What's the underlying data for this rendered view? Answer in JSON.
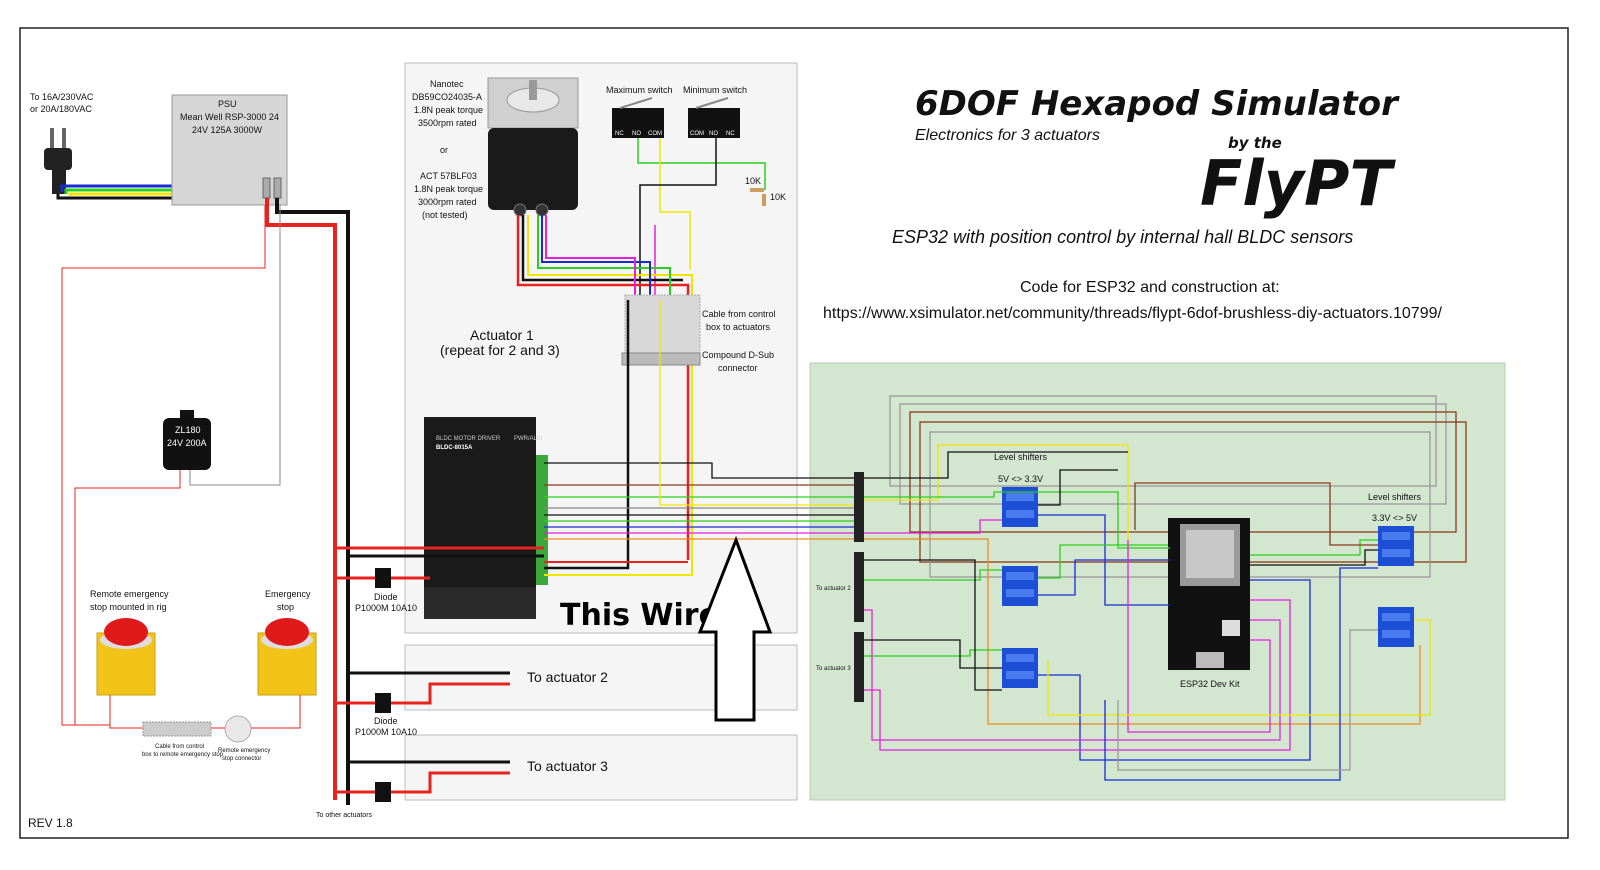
{
  "header": {
    "title": "6DOF Hexapod Simulator",
    "subtitle": "Electronics for 3 actuators",
    "by": "by the",
    "brand": "FlyPT",
    "esp_line": "ESP32 with position control by internal hall BLDC sensors",
    "code_line": "Code for ESP32 and construction at:",
    "url": "https://www.xsimulator.net/community/threads/flypt-6dof-brushless-diy-actuators.10799/"
  },
  "mains": {
    "line1": "To 16A/230VAC",
    "line2": "or 20A/180VAC"
  },
  "psu": {
    "line1": "PSU",
    "line2": "Mean Well RSP-3000 24",
    "line3": "24V 125A 3000W"
  },
  "relay": {
    "line1": "ZL180",
    "line2": "24V 200A"
  },
  "estop": {
    "remote_line1": "Remote emergency",
    "remote_line2": "stop mounted in rig",
    "local_line1": "Emergency",
    "local_line2": "stop",
    "cable_line1": "Cable from control",
    "cable_line2": "box to remote emergency stop",
    "connector_line1": "Remote emergency",
    "connector_line2": "stop connector"
  },
  "motor": {
    "lines": [
      "Nanotec",
      "DB59CO24035-A",
      "1.8N peak torque",
      "3500rpm rated",
      "",
      "or",
      "",
      "ACT 57BLF03",
      "1.8N peak torque",
      "3000rpm rated",
      "(not tested)"
    ]
  },
  "switches": {
    "max": "Maximum switch",
    "min": "Minimum switch",
    "pins_max": [
      "NC",
      "NO",
      "COM"
    ],
    "pins_min": [
      "COM",
      "NO",
      "NC"
    ]
  },
  "resistors": {
    "r1": "10K",
    "r2": "10K"
  },
  "cable": {
    "line1": "Cable from control",
    "line2": "box to actuators",
    "dsub1": "Compound D-Sub",
    "dsub2": "connector"
  },
  "actuator": {
    "line1": "Actuator 1",
    "line2": "(repeat for 2 and 3)"
  },
  "driver": {
    "line1": "BLDC MOTOR DRIVER",
    "line2": "BLDC-8015A",
    "power": "PWR/ALM"
  },
  "diodes": [
    {
      "line1": "Diode",
      "line2": "P1000M 10A10"
    },
    {
      "line1": "Diode",
      "line2": "P1000M 10A10"
    }
  ],
  "annotation": "This Wire",
  "to_actuators": {
    "a2": "To actuator 2",
    "a3": "To actuator 3",
    "others": "To other actuators"
  },
  "board": {
    "level_left": "Level shifters",
    "level_left_sub": "5V <> 3.3V",
    "level_right": "Level shifters",
    "level_right_sub": "3.3V <> 5V",
    "esp": "ESP32 Dev Kit",
    "to_a2": "To actuator 2",
    "to_a3": "To actuator 3"
  },
  "rev": "REV 1.8",
  "colors": {
    "red": "#e8231f",
    "black": "#111111",
    "yellow": "#f2e600",
    "green": "#2ad11b",
    "blue": "#1a2bd6",
    "magenta": "#e81fe0",
    "orange": "#f08a1a",
    "brown": "#8a3a1a",
    "board_bg": "#d3e6cf"
  }
}
